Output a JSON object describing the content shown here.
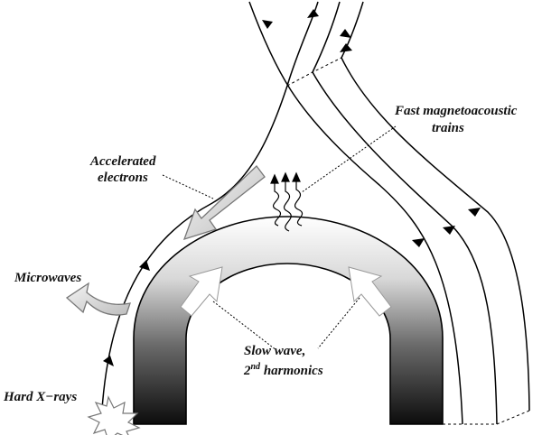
{
  "labels": {
    "fast_waves_line1": "Fast magnetoacoustic",
    "fast_waves_line2": "trains",
    "electrons_line1": "Accelerated",
    "electrons_line2": "electrons",
    "microwaves": "Microwaves",
    "slow_wave_line1": "Slow wave,",
    "slow_wave_line2_num": "2",
    "slow_wave_line2_sup": "nd",
    "slow_wave_line2_rest": " harmonics",
    "hard_xrays": "Hard X−rays"
  },
  "icons": {
    "electron_arrow": "hollow-arrow-down-left-icon",
    "microwave_arrow": "hollow-arrow-left-icon",
    "hxr_burst": "starburst-icon",
    "slow_arrows": "white-block-arrow-icon",
    "fast_waves": "wavy-arrow-up-icon"
  },
  "colors": {
    "loop_top": "#ffffff",
    "loop_bottom": "#111111",
    "field_line": "#000000",
    "arrow_gray": "#cccccc"
  }
}
